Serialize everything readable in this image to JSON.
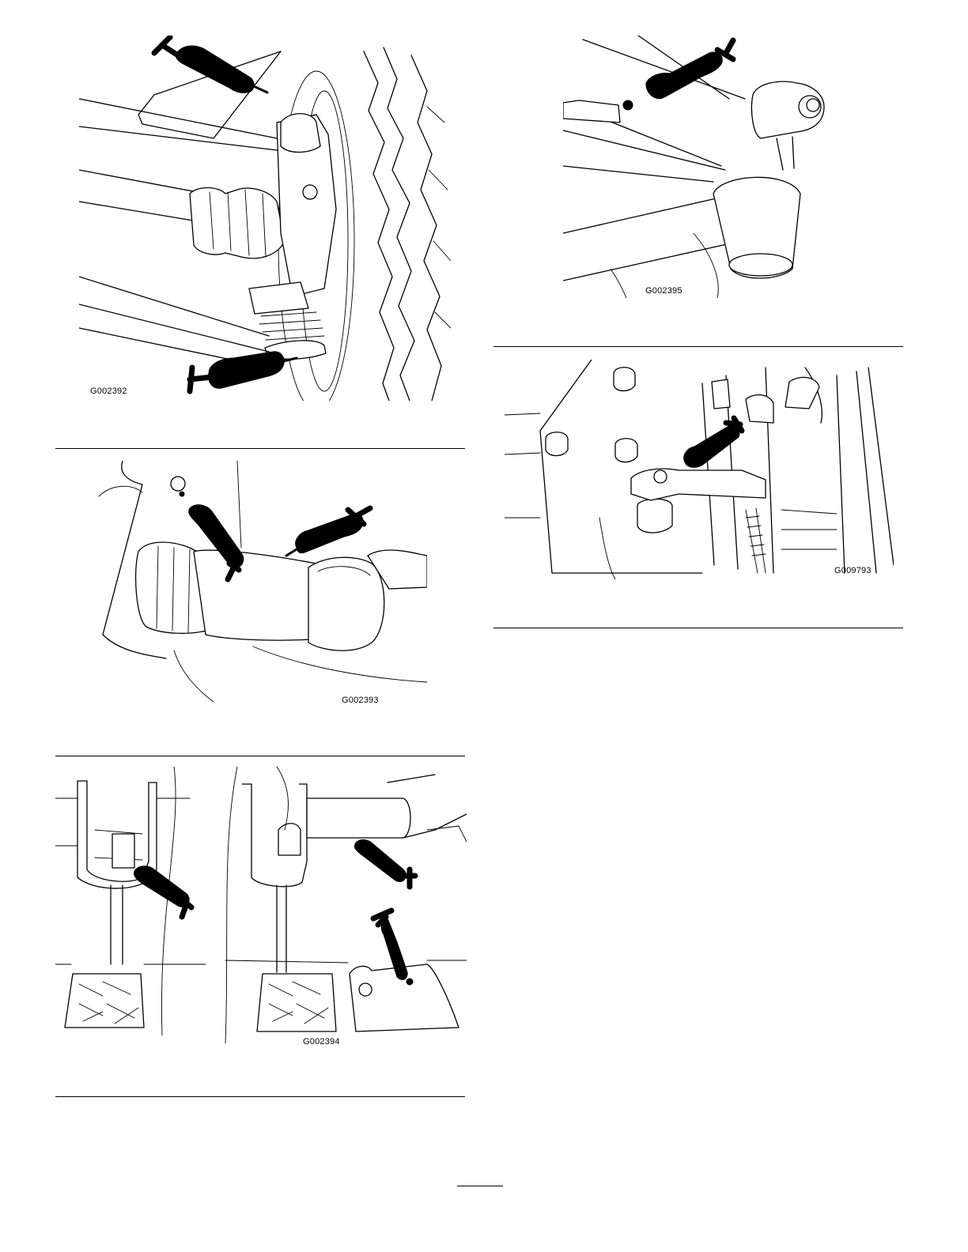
{
  "figures": {
    "fig1": {
      "code": "G002392"
    },
    "fig2": {
      "code": "G002393"
    },
    "fig3": {
      "code": "G002394"
    },
    "fig4": {
      "code": "G002395"
    },
    "fig5": {
      "code": "G009793"
    }
  },
  "icons": [
    "grease-gun-icon"
  ],
  "colors": {
    "ink": "#000000",
    "paper": "#ffffff"
  }
}
